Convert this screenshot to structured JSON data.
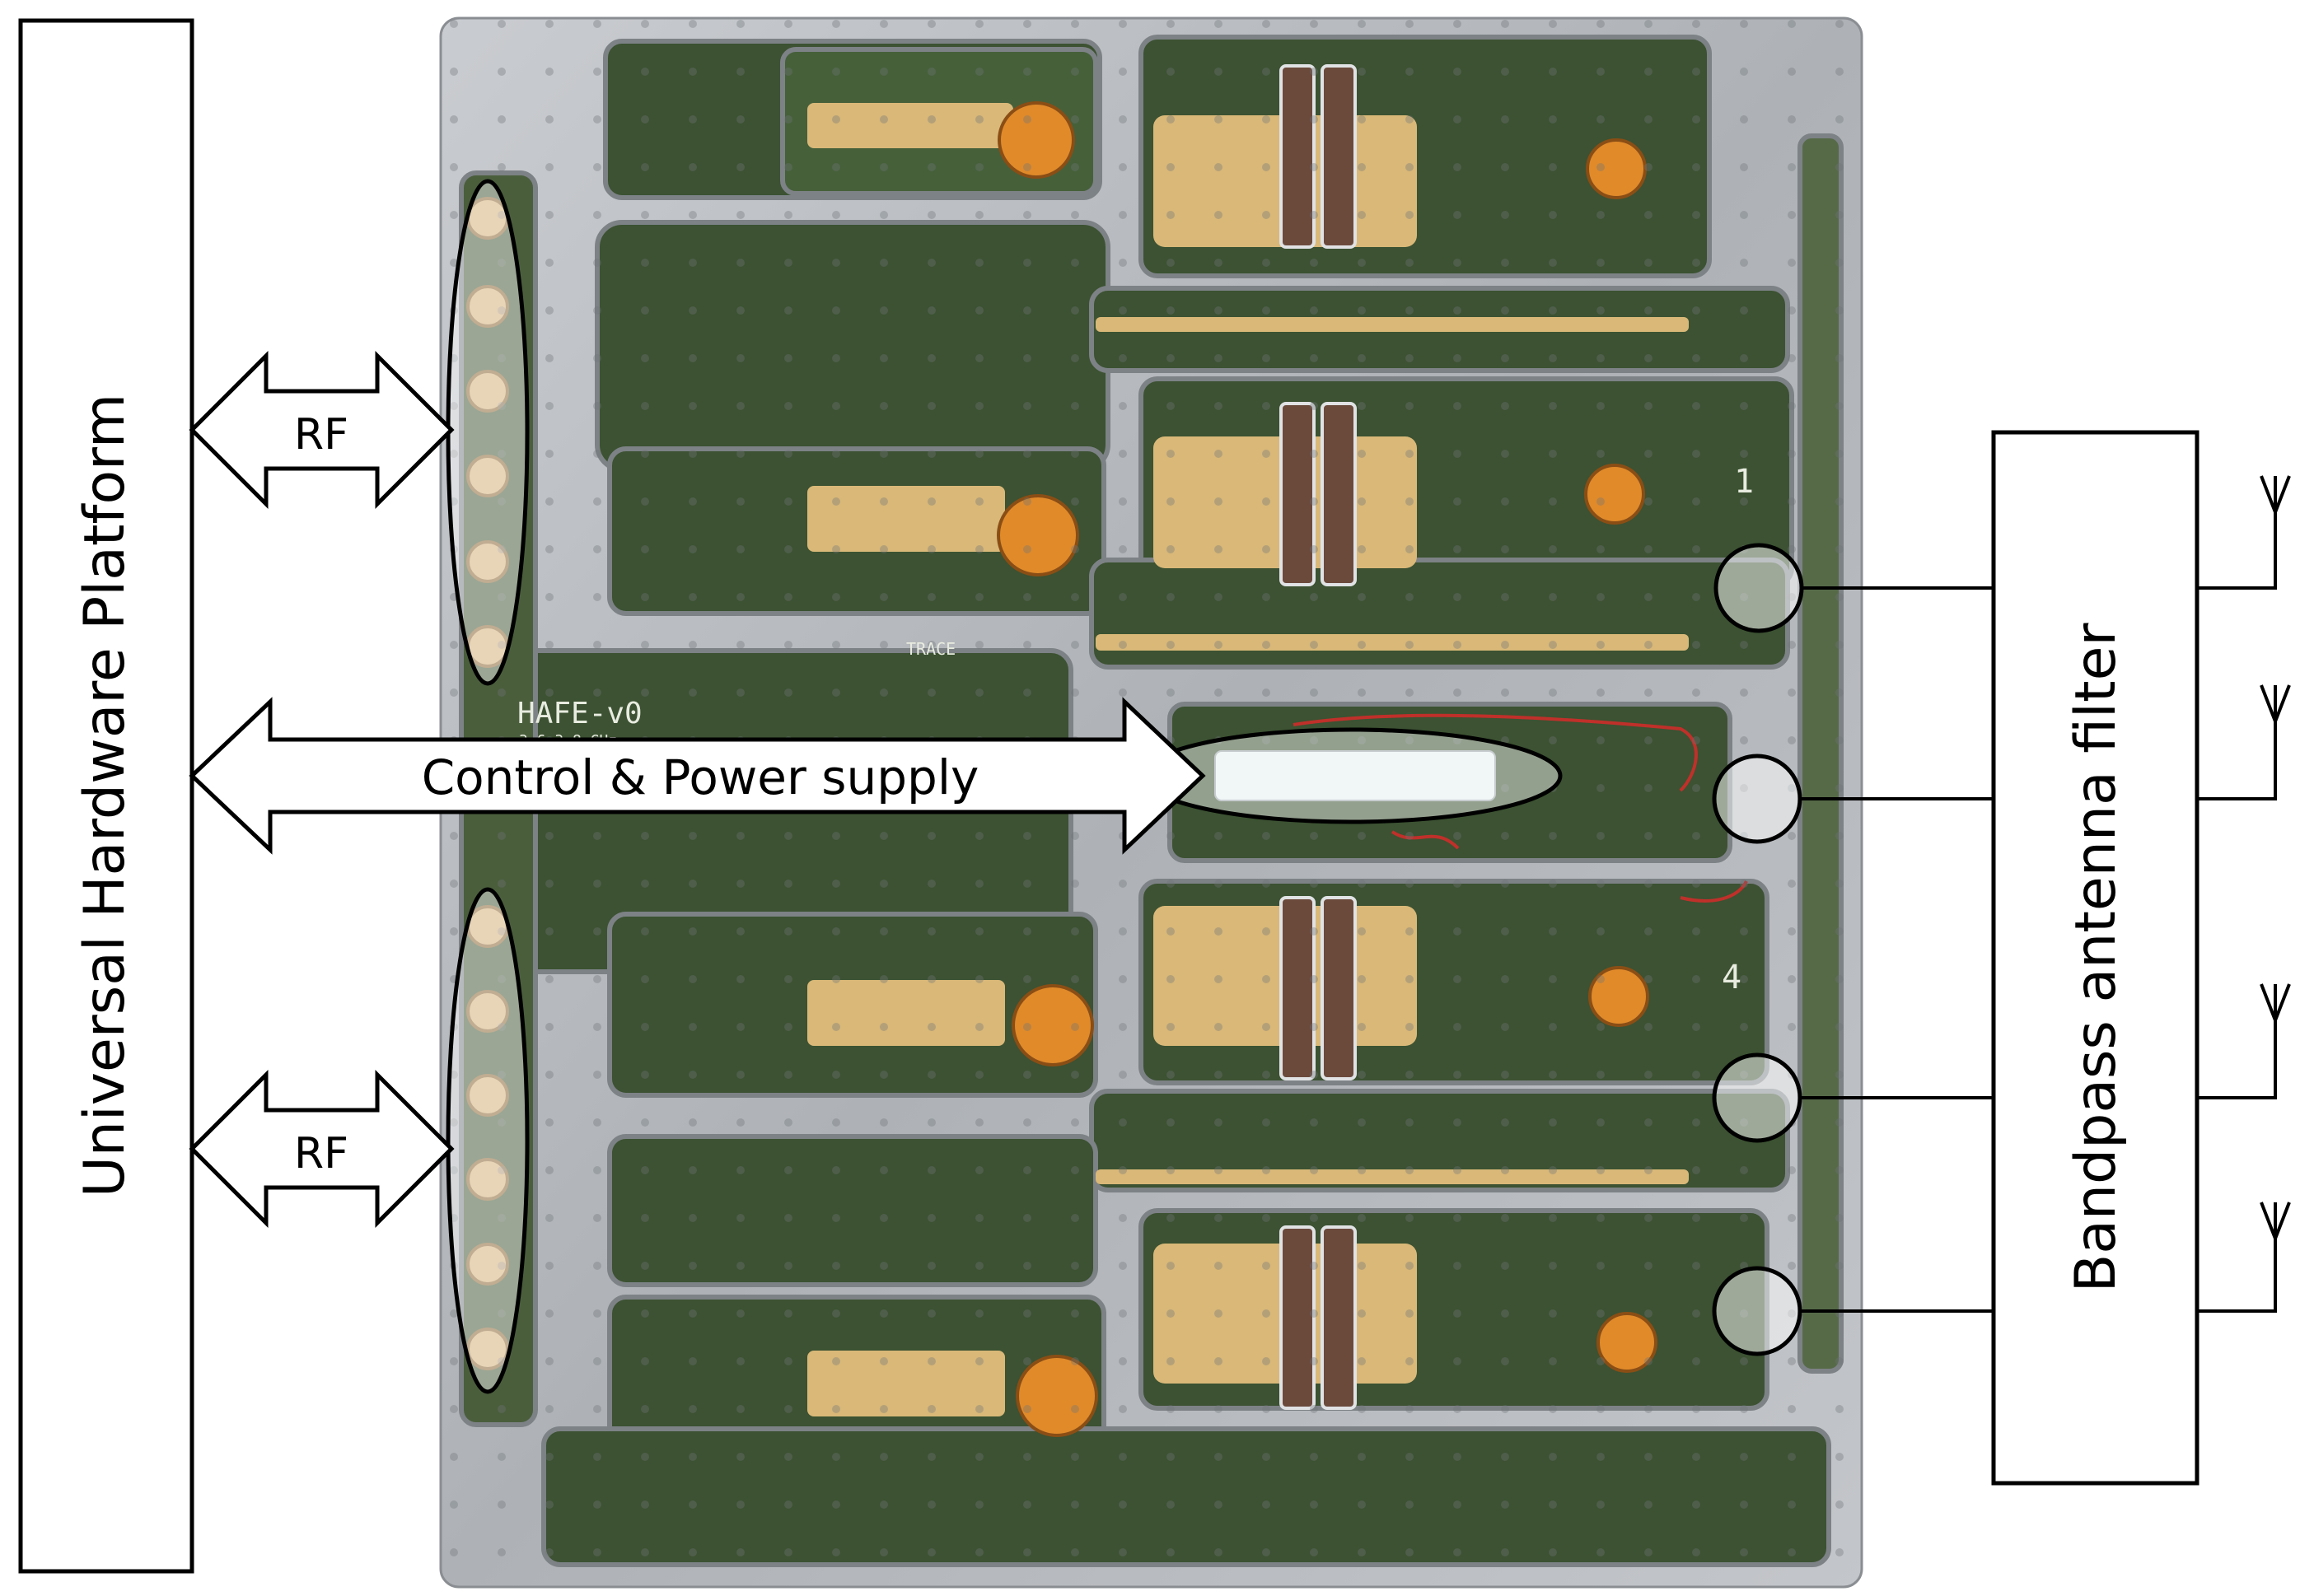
{
  "blocks": {
    "left": "Universal Hardware Platform",
    "right": "Bandpass antenna filter"
  },
  "arrows": {
    "rf_top": "RF",
    "rf_bottom": "RF",
    "control": "Control & Power supply"
  },
  "board": {
    "silkscreen_title": "HAFE-v0",
    "silkscreen_band": "3.6-3.8 GHz",
    "silkscreen_trace": "TRACE",
    "channel_marks": [
      "1",
      "4"
    ]
  },
  "colors": {
    "aluminum": "#b4b8bc",
    "pcb": "#3c5232",
    "copper": "#d9b878",
    "circulator": "#e08a2a",
    "outline": "#000000"
  }
}
